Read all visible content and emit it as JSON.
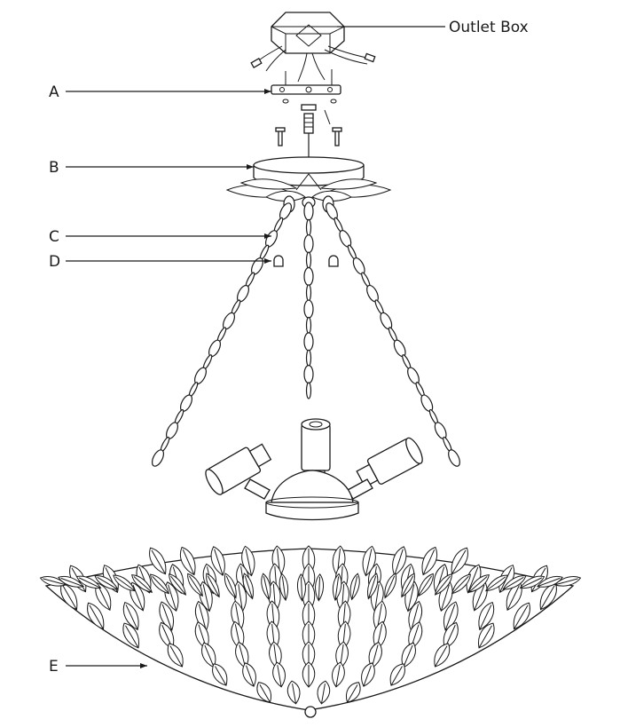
{
  "labels": {
    "outlet_box": "Outlet Box",
    "a": "A",
    "b": "B",
    "c": "C",
    "d": "D",
    "e": "E"
  }
}
